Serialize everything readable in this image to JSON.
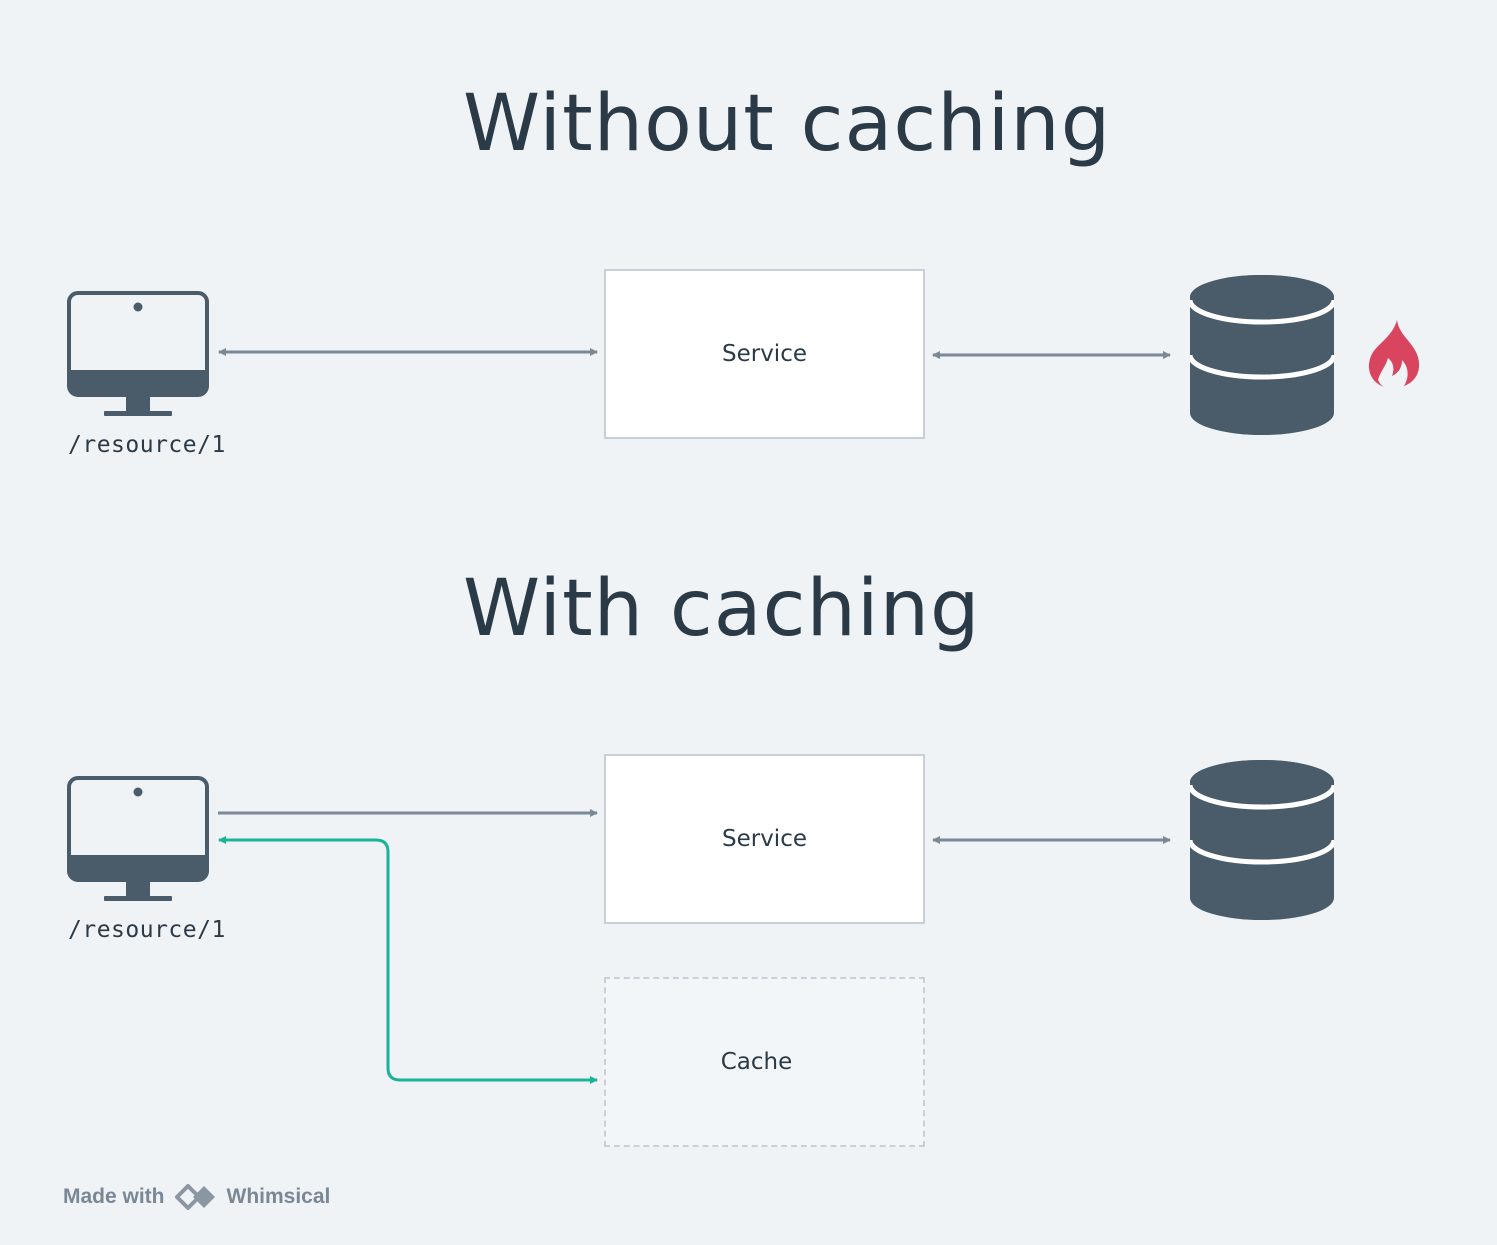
{
  "sections": {
    "without": {
      "title": "Without caching",
      "client_label": "/resource/1",
      "service_label": "Service"
    },
    "with": {
      "title": "With caching",
      "client_label": "/resource/1",
      "service_label": "Service",
      "cache_label": "Cache"
    }
  },
  "footer": {
    "made_with": "Made with",
    "brand": "Whimsical"
  },
  "colors": {
    "background": "#eff3f6",
    "icon": "#4a5b69",
    "arrow": "#7b8895",
    "cache_arrow": "#1ab394",
    "fire": "#d9455f"
  },
  "icons": {
    "client": "desktop-monitor-icon",
    "database": "database-icon",
    "hot": "fire-icon",
    "brand": "whimsical-logo-icon"
  }
}
